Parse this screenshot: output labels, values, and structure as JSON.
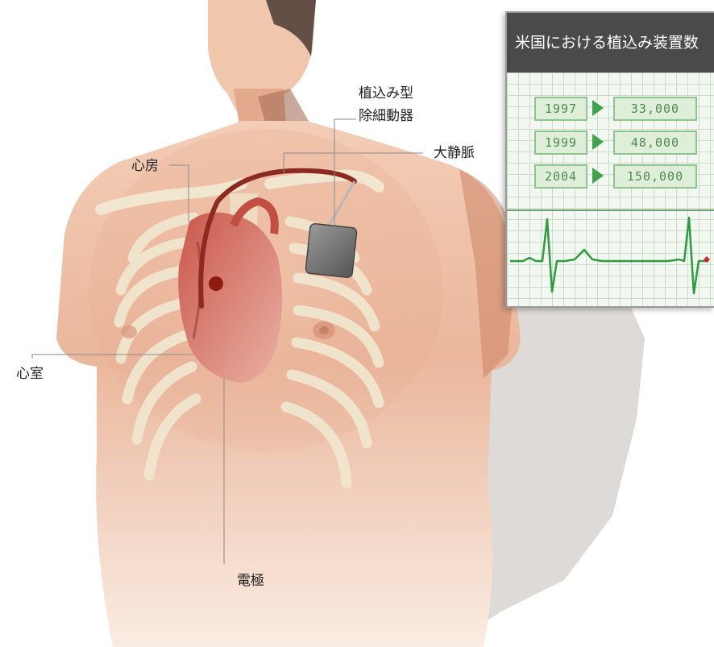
{
  "labels": {
    "defibrillator_line1": "植込み型",
    "defibrillator_line2": "除細動器",
    "vena_cava": "大静脈",
    "atrium": "心房",
    "ventricle": "心室",
    "electrode": "電極"
  },
  "panel": {
    "title": "米国における植込み装置数",
    "rows": [
      {
        "year": "1997",
        "count": "33,000"
      },
      {
        "year": "1999",
        "count": "48,000"
      },
      {
        "year": "2004",
        "count": "150,000"
      }
    ]
  },
  "colors": {
    "skin_light": "#f6d9c8",
    "skin_mid": "#e6a98c",
    "skin_dark": "#c9876b",
    "bone": "#f1e6cf",
    "heart": "#b8483c",
    "lead_wire": "#8c2a22",
    "device": "#6f6f6f",
    "ecg_green": "#2f9a3f",
    "panel_header": "#4a4a4a",
    "shadow": "#c8c4c0"
  }
}
